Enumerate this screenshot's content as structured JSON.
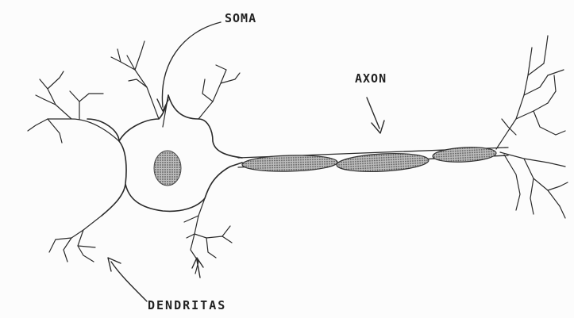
{
  "labels": {
    "soma": "SOMA",
    "axon": "AXON",
    "dendrites": "DENDRITAS"
  },
  "colors": {
    "ink": "#2a2a2a",
    "myelin_fill": "#9a9a9a",
    "nucleus_fill": "#8a8a8a",
    "background": "#fcfcfc"
  }
}
